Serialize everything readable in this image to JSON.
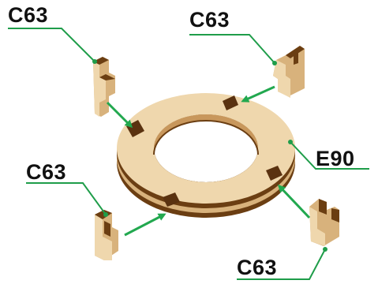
{
  "labels": {
    "top_left": "C63",
    "top_right": "C63",
    "right": "E90",
    "bottom_left": "C63",
    "bottom_right": "C63"
  },
  "colors": {
    "leader": "#1f9d4a",
    "arrow": "#22a84f",
    "wood_light": "#efd7ad",
    "wood_mid": "#d8b27c",
    "wood_dark": "#6b3e12",
    "text": "#111111"
  }
}
